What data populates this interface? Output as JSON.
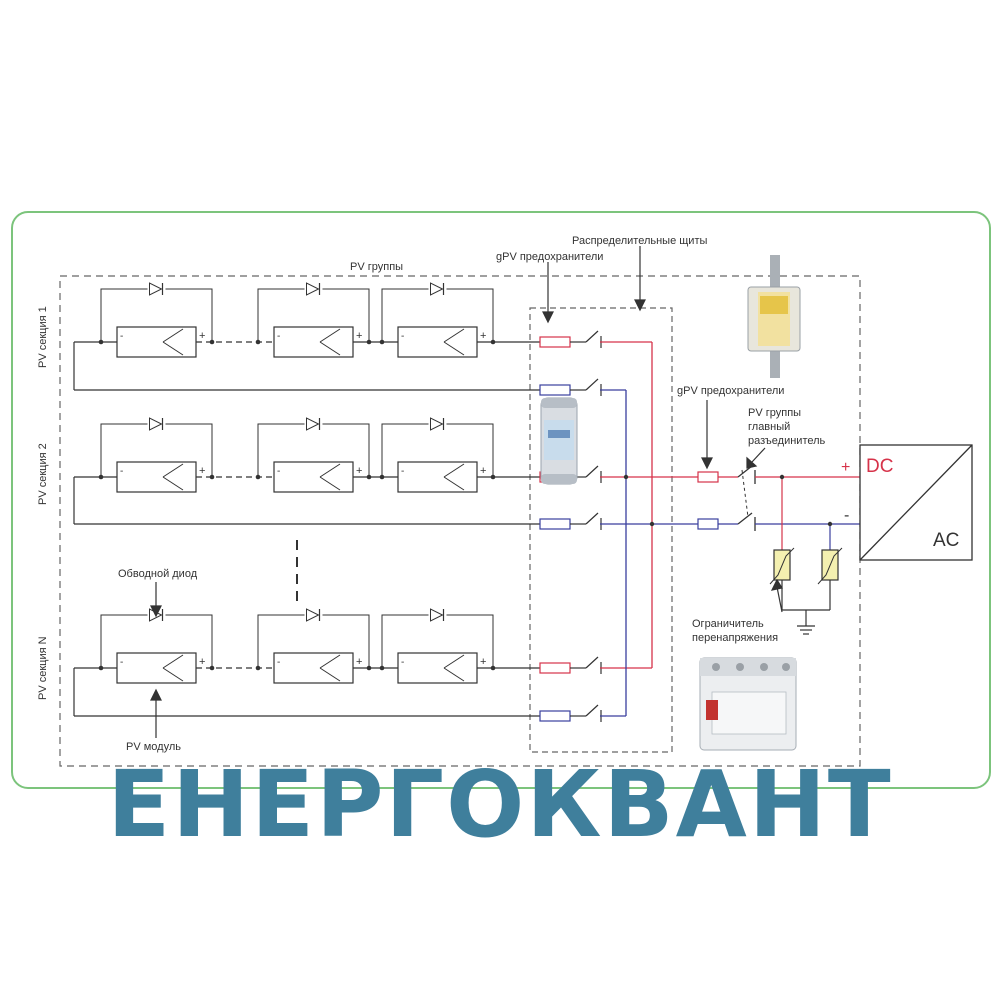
{
  "labels": {
    "pv_groups": "PV группы",
    "gpv_fuses_top": "gPV предохранители",
    "distribution_boards": "Распределительные щиты",
    "section_1": "PV секция 1",
    "section_2": "PV секция 2",
    "section_n": "PV секция N",
    "bypass_diode": "Обводной диод",
    "pv_module": "PV модуль",
    "gpv_fuses_right": "gPV предохранители",
    "main_disconnector_line1": "PV группы",
    "main_disconnector_line2": "главный",
    "main_disconnector_line3": "разъединитель",
    "surge_limiter_line1": "Ограничитель",
    "surge_limiter_line2": "перенапряжения",
    "dc": "DC",
    "ac": "AC",
    "plus": "+",
    "minus": "-"
  },
  "brand": {
    "name": "ЕНЕРГОКВАНТ"
  },
  "colors": {
    "panel_border": "#7cc47c",
    "dash": "#666666",
    "wire": "#333333",
    "positive": "#d6334a",
    "negative": "#3a3f9e",
    "brand": "#3f7f9c"
  }
}
